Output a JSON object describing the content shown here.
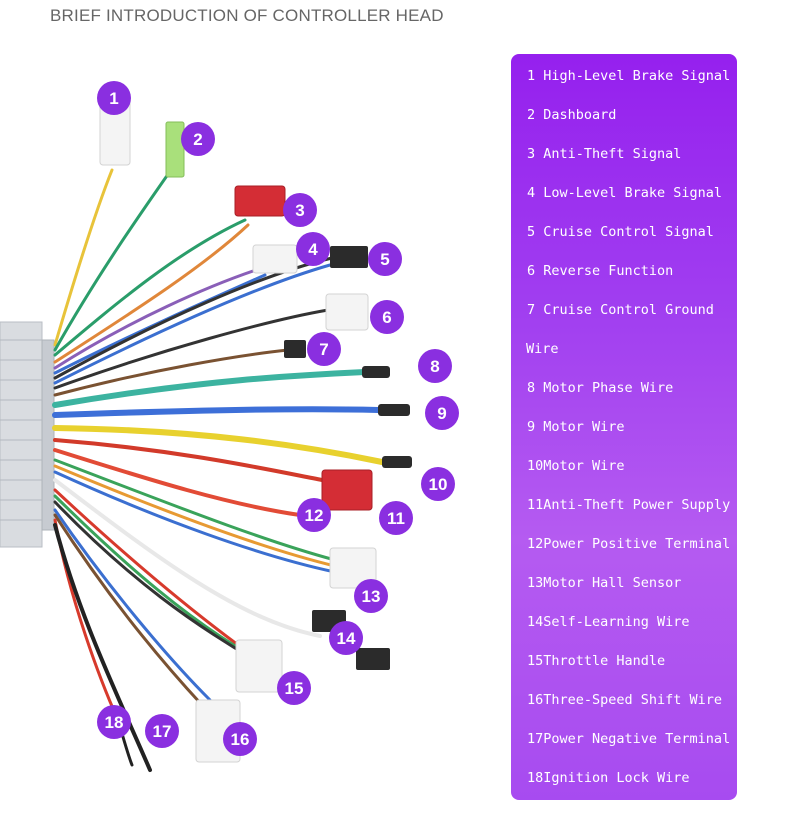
{
  "header": {
    "title": "BRIEF INTRODUCTION OF CONTROLLER HEAD"
  },
  "legend": {
    "lines": [
      "1 High-Level Brake Signal",
      "2 Dashboard",
      "3 Anti-Theft Signal",
      "4 Low-Level Brake Signal",
      "5 Cruise Control Signal",
      "6 Reverse Function",
      "7 Cruise Control Ground",
      "Wire",
      "8 Motor Phase Wire",
      "9 Motor Wire",
      "10Motor Wire",
      "11Anti-Theft Power Supply",
      "12Power Positive Terminal",
      "13Motor Hall Sensor",
      "14Self-Learning Wire",
      "15Throttle Handle",
      "16Three-Speed Shift Wire",
      "17Power Negative Terminal",
      "18Ignition Lock Wire"
    ]
  },
  "connector_labels": [
    "1",
    "2",
    "3",
    "4",
    "5",
    "6",
    "7",
    "8",
    "9",
    "10",
    "11",
    "12",
    "13",
    "14",
    "15",
    "16",
    "17",
    "18"
  ],
  "colors": {
    "badge": "#8a2fe0",
    "panel_top": "#9520ee",
    "panel_bottom": "#b55bf1"
  }
}
